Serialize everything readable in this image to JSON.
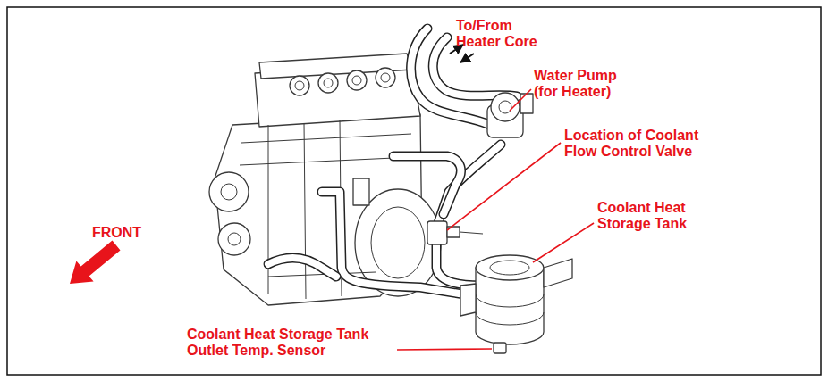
{
  "diagram": {
    "labels": [
      "To/From Heater Core",
      "Water Pump (for Heater)",
      "Location of Coolant Flow Control Valve",
      "Coolant Heat Storage Tank",
      "FRONT",
      "Coolant Heat Storage Tank Outlet Temp. Sensor"
    ]
  }
}
